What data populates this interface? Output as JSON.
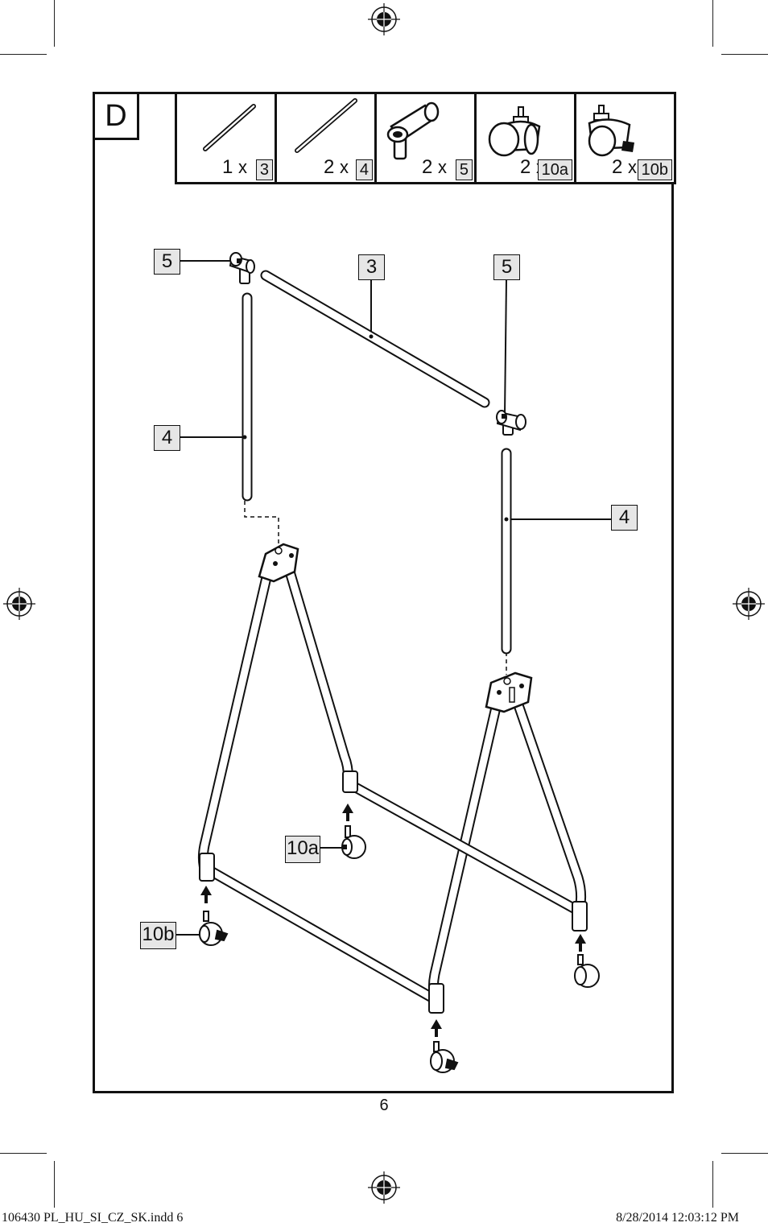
{
  "step": {
    "letter": "D"
  },
  "parts": [
    {
      "qty": "1",
      "x": "x",
      "part": "3",
      "icon": "short-rod-icon"
    },
    {
      "qty": "2",
      "x": "x",
      "part": "4",
      "icon": "long-rod-icon"
    },
    {
      "qty": "2",
      "x": "x",
      "part": "5",
      "icon": "t-connector-icon"
    },
    {
      "qty": "2",
      "x": "x",
      "part": "10a",
      "icon": "caster-icon"
    },
    {
      "qty": "2",
      "x": "x",
      "part": "10b",
      "icon": "locking-caster-icon"
    }
  ],
  "callouts": {
    "connector_left": "5",
    "top_rod": "3",
    "connector_right": "5",
    "pole_left": "4",
    "pole_right": "4",
    "caster_10a": "10a",
    "caster_10b": "10b"
  },
  "page_number": "6",
  "slug": {
    "file": "106430 PL_HU_SI_CZ_SK.indd   6",
    "datetime": "8/28/2014   12:03:12 PM"
  },
  "colors": {
    "line": "#111111",
    "badge_fill": "#e6e6e6"
  }
}
